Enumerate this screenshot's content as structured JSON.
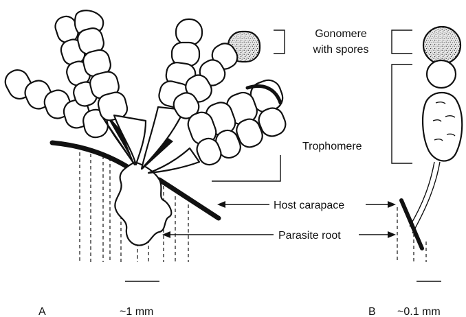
{
  "labels": {
    "gonomere": [
      "Gonomere",
      "with spores"
    ],
    "trophomere": "Trophomere",
    "host_carapace": "Host carapace",
    "parasite_root": "Parasite root",
    "panel_a": "A",
    "panel_b": "B",
    "scale_a": "~1 mm",
    "scale_b": "~0.1 mm"
  }
}
